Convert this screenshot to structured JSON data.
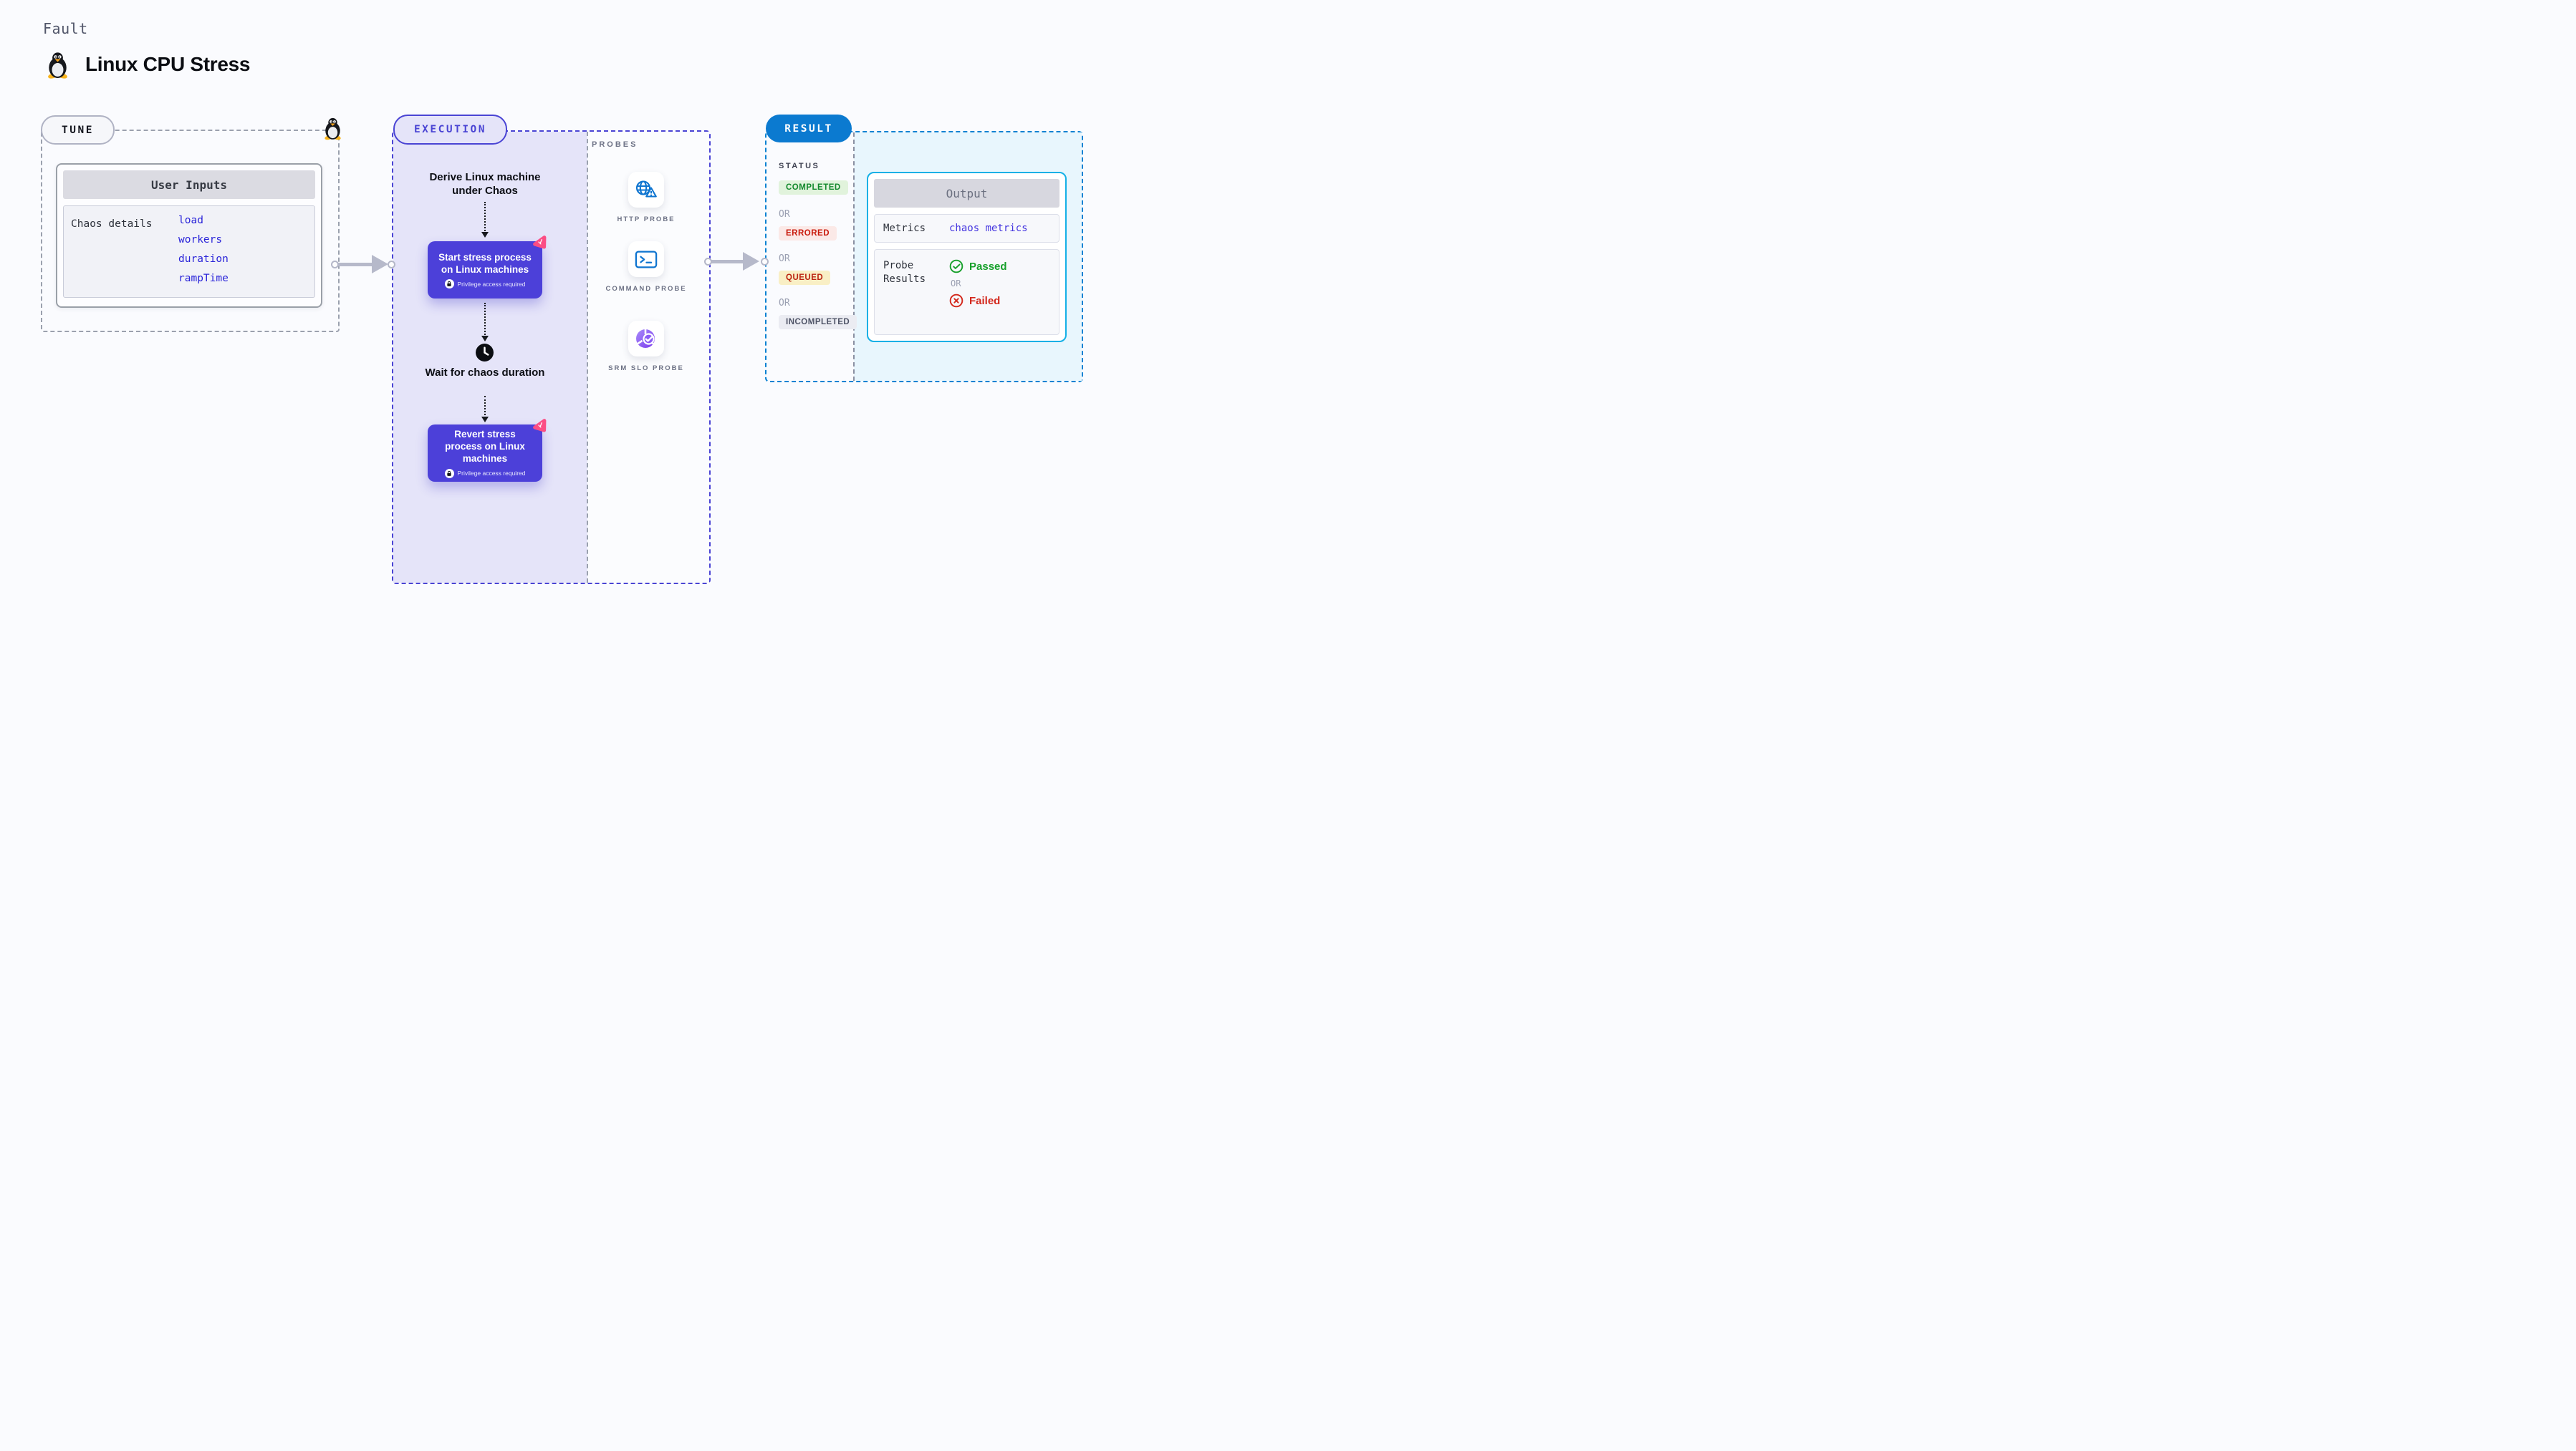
{
  "header": {
    "eyebrow": "Fault",
    "title": "Linux CPU Stress"
  },
  "tune": {
    "label": "TUNE",
    "card_title": "User Inputs",
    "row_label": "Chaos details",
    "inputs": [
      "load",
      "workers",
      "duration",
      "rampTime"
    ]
  },
  "execution": {
    "label": "EXECUTION",
    "derive_text": "Derive Linux machine under Chaos",
    "start_title": "Start stress process on Linux machines",
    "wait_text": "Wait for chaos duration",
    "revert_title": "Revert stress process on Linux machines",
    "privilege_badge": "Privilege access required"
  },
  "probes": {
    "label": "PROBES",
    "items": [
      {
        "label": "HTTP PROBE",
        "icon": "globe-alert-icon"
      },
      {
        "label": "COMMAND PROBE",
        "icon": "terminal-icon"
      },
      {
        "label": "SRM SLO PROBE",
        "icon": "slo-donut-check-icon"
      }
    ]
  },
  "result": {
    "label": "RESULT",
    "status_heading": "STATUS",
    "or_label": "OR",
    "statuses": [
      {
        "label": "COMPLETED",
        "fg": "#158a2e",
        "bg": "#e1f3dc"
      },
      {
        "label": "ERRORED",
        "fg": "#c9190b",
        "bg": "#fbe9e7"
      },
      {
        "label": "QUEUED",
        "fg": "#bb2310",
        "bg": "#f9efc5"
      },
      {
        "label": "INCOMPLETED",
        "fg": "#4e5366",
        "bg": "#ebecf2"
      }
    ],
    "output": {
      "title": "Output",
      "metrics_label": "Metrics",
      "metrics_link": "chaos metrics",
      "probe_results_label": "Probe Results",
      "passed_label": "Passed",
      "failed_label": "Failed",
      "or_label": "OR"
    }
  },
  "colors": {
    "accent_indigo": "#4c40d9",
    "execution_border": "#4a44d4",
    "execution_fill": "#e5e4f9",
    "result_border": "#0b82d2",
    "result_pill": "#0b7ad0",
    "result_fill": "#e8f6fd",
    "output_border": "#14b0e6",
    "link_blue": "#2a24d9",
    "probe_icon_blue": "#0f75d0",
    "passed_green": "#17a02b",
    "failed_red": "#d3281c",
    "arrow_gray": "#b6b9ca",
    "chaos_pink": "#fb4d84"
  }
}
